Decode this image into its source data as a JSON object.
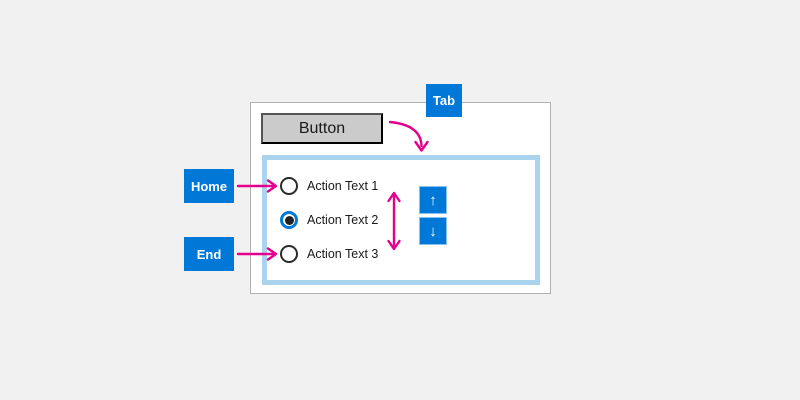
{
  "colors": {
    "accent_blue": "#0078d7",
    "annotation_magenta": "#e3008c",
    "focus_border_blue": "#abd2ee",
    "button_gray": "#cbcbcb",
    "canvas_background": "#f1f1f1",
    "text": "#1a1a1a"
  },
  "panel": {
    "button_label": "Button"
  },
  "keys": {
    "tab": "Tab",
    "home": "Home",
    "end": "End"
  },
  "radio_group": {
    "items": [
      {
        "label": "Action Text 1",
        "selected": false
      },
      {
        "label": "Action Text 2",
        "selected": true
      },
      {
        "label": "Action Text 3",
        "selected": false
      }
    ]
  },
  "spinner": {
    "up_icon": "↑",
    "down_icon": "↓"
  }
}
